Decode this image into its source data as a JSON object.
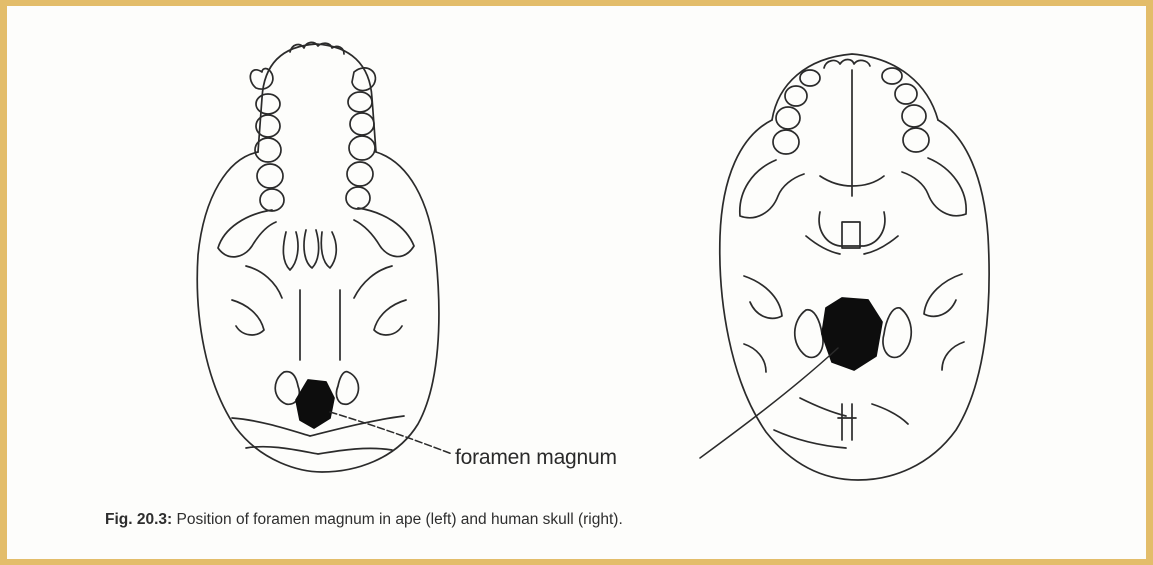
{
  "figure": {
    "callout_label": "foramen magnum",
    "caption_number": "Fig. 20.3:",
    "caption_text": " Position of foramen magnum in ape (left) and human skull (right)."
  },
  "colors": {
    "border": "#e3bd6a",
    "paper": "#fdfdfb",
    "ink": "#2a2a2a"
  }
}
